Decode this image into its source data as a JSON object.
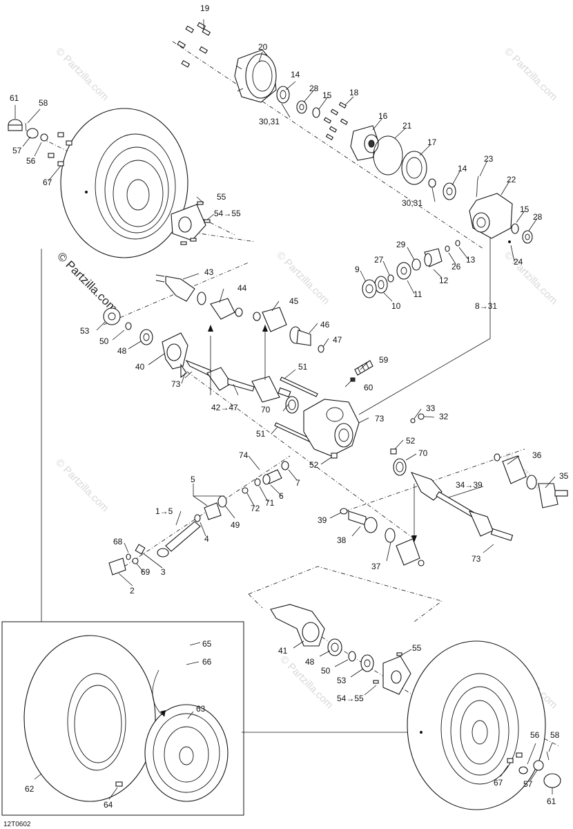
{
  "diagram": {
    "reference_code": "12T0602",
    "watermark_text": "© Partzilla.com",
    "callouts": {
      "c19": "19",
      "c20": "20",
      "c14a": "14",
      "c28a": "28",
      "c15a": "15",
      "c18": "18",
      "c3031a": "30,31",
      "c16": "16",
      "c21": "21",
      "c17": "17",
      "c14b": "14",
      "c23": "23",
      "c22": "22",
      "c3031b": "30,31",
      "c15b": "15",
      "c28b": "28",
      "c29": "29",
      "c27": "27",
      "c9": "9",
      "c13": "13",
      "c24": "24",
      "c26": "26",
      "c12": "12",
      "c11": "11",
      "c10": "10",
      "c8_31": "8→31",
      "c61a": "61",
      "c58a": "58",
      "c57a": "57",
      "c56a": "56",
      "c67a": "67",
      "c55a": "55",
      "c54_55a": "54→55",
      "c43": "43",
      "c44": "44",
      "c45": "45",
      "c46": "46",
      "c47": "47",
      "c53a": "53",
      "c50a": "50",
      "c48a": "48",
      "c40": "40",
      "c59": "59",
      "c51a": "51",
      "c60": "60",
      "c73a": "73",
      "c42_47": "42→47",
      "c70a": "70",
      "c73b": "73",
      "c33": "33",
      "c32": "32",
      "c51b": "51",
      "c52a": "52",
      "c74": "74",
      "c52b": "52",
      "c70b": "70",
      "c36": "36",
      "c35": "35",
      "c34_39": "34→39",
      "c5": "5",
      "c1_5": "1→5",
      "c6": "6",
      "c7": "7",
      "c72": "72",
      "c71": "71",
      "c49": "49",
      "c4": "4",
      "c68": "68",
      "c69": "69",
      "c3": "3",
      "c2": "2",
      "c39": "39",
      "c38": "38",
      "c37": "37",
      "c73c": "73",
      "c65": "65",
      "c66": "66",
      "c63": "63",
      "c62": "62",
      "c64": "64",
      "c41": "41",
      "c48b": "48",
      "c50b": "50",
      "c53b": "53",
      "c55b": "55",
      "c54_55b": "54→55",
      "c56b": "56",
      "c58b": "58",
      "c67b": "67",
      "c57b": "57",
      "c61b": "61"
    }
  }
}
